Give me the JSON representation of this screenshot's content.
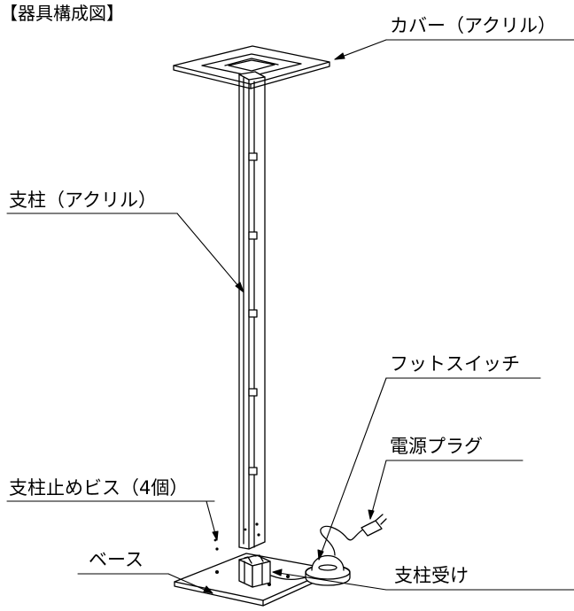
{
  "title": "【器具構成図】",
  "labels": {
    "cover": "カバー（アクリル）",
    "pillar": "支柱（アクリル）",
    "foot_switch": "フットスイッチ",
    "power_plug": "電源プラグ",
    "pillar_screws": "支柱止めビス（4個）",
    "base": "ベース",
    "pillar_receiver": "支柱受け"
  }
}
